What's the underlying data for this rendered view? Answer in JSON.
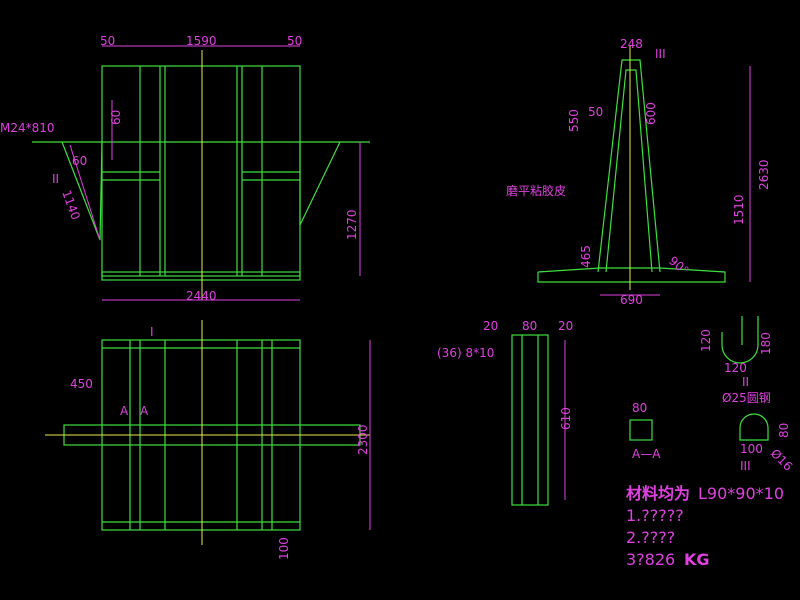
{
  "front_view": {
    "dim_left": "50",
    "dim_mid": "1590",
    "dim_right": "50",
    "bolt": "M24*810",
    "dim_60a": "60",
    "dim_60b": "60",
    "mark_ii": "II",
    "dim_1140": "1140",
    "dim_1270": "1270",
    "dim_2440": "2440"
  },
  "plan_view": {
    "mark_i": "I",
    "dim_450": "450",
    "section_a1": "A",
    "section_a2": "A",
    "dim_2300": "2300",
    "dim_100": "100"
  },
  "side_view": {
    "dim_248": "248",
    "mark_iii": "III",
    "dim_550": "550",
    "dim_50": "50",
    "dim_600": "600",
    "dim_2630": "2630",
    "dim_1510": "1510",
    "rubber_note": "磨平粘胶皮",
    "dim_465": "465",
    "angle": "90°",
    "dim_690": "690"
  },
  "detail_i": {
    "dim_20a": "20",
    "dim_80": "80",
    "dim_20b": "20",
    "holes": "(36) 8*10",
    "dim_610": "610"
  },
  "section_aa": {
    "dim_80": "80",
    "label": "A—A"
  },
  "detail_ii": {
    "dim_120v": "120",
    "dim_180": "180",
    "dim_120h": "120",
    "mark": "II",
    "material": "Ø25圆钢"
  },
  "detail_iii": {
    "dim_80": "80",
    "dim_100": "100",
    "dim_16": "Ø16",
    "mark": "III"
  },
  "notes": {
    "material_prefix": "材料均为",
    "material_spec": "L90*90*10",
    "line1": "1.?????",
    "line2": "2.????",
    "line3": "3?826",
    "unit": "KG"
  },
  "colors": {
    "line": "#3de03d",
    "dim": "#e040e0",
    "center": "#e8e84a"
  }
}
